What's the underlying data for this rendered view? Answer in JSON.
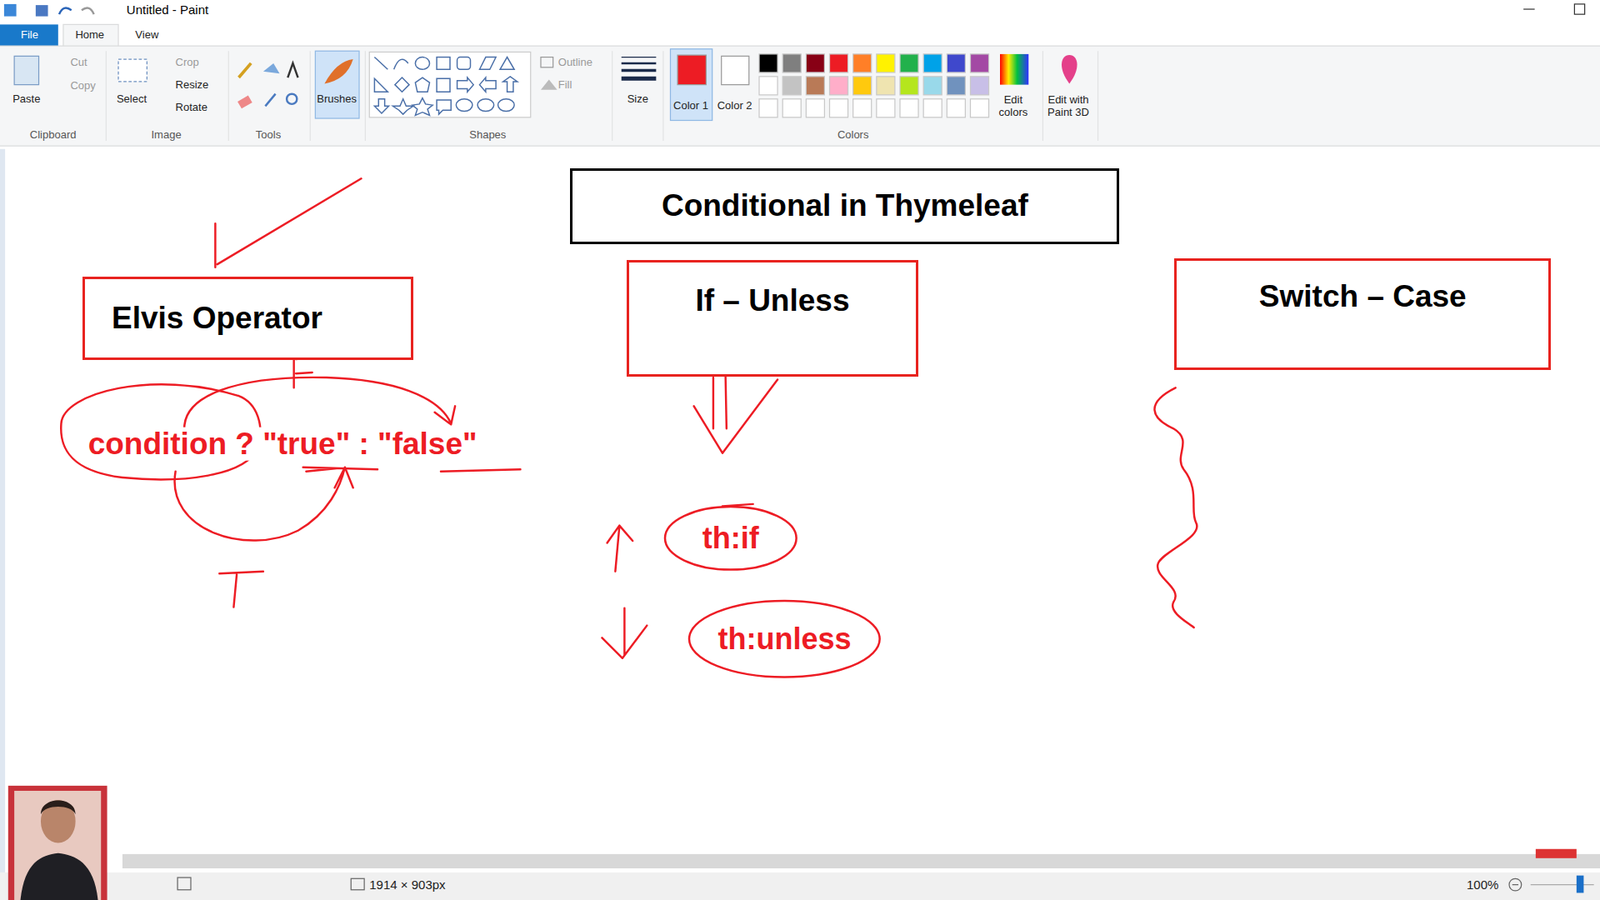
{
  "diagram": {
    "title": "Conditional in Thymeleaf",
    "nodes": [
      {
        "text": [
          "Elvis Operator"
        ]
      },
      {
        "text": [
          "If – Unless"
        ]
      },
      {
        "text": [
          "Switch – Case"
        ]
      },
      {
        "text": [
          "th:if"
        ]
      },
      {
        "text": [
          "th:unless"
        ]
      }
    ],
    "labels": [
      "Untitled - Paint",
      "File",
      "Home",
      "View",
      "Cut",
      "Copy",
      "Paste",
      "Clipboard",
      "Select",
      "Crop",
      "Resize",
      "Rotate",
      "Image",
      "Tools",
      "Brushes",
      "Outline",
      "Fill",
      "Shapes",
      "Size",
      "Color 1",
      "Color 2",
      "Colors",
      "Edit colors",
      "Edit with Paint 3D",
      "1914 × 903px",
      "100%",
      "condition ? \"true\" : \"false\""
    ]
  }
}
